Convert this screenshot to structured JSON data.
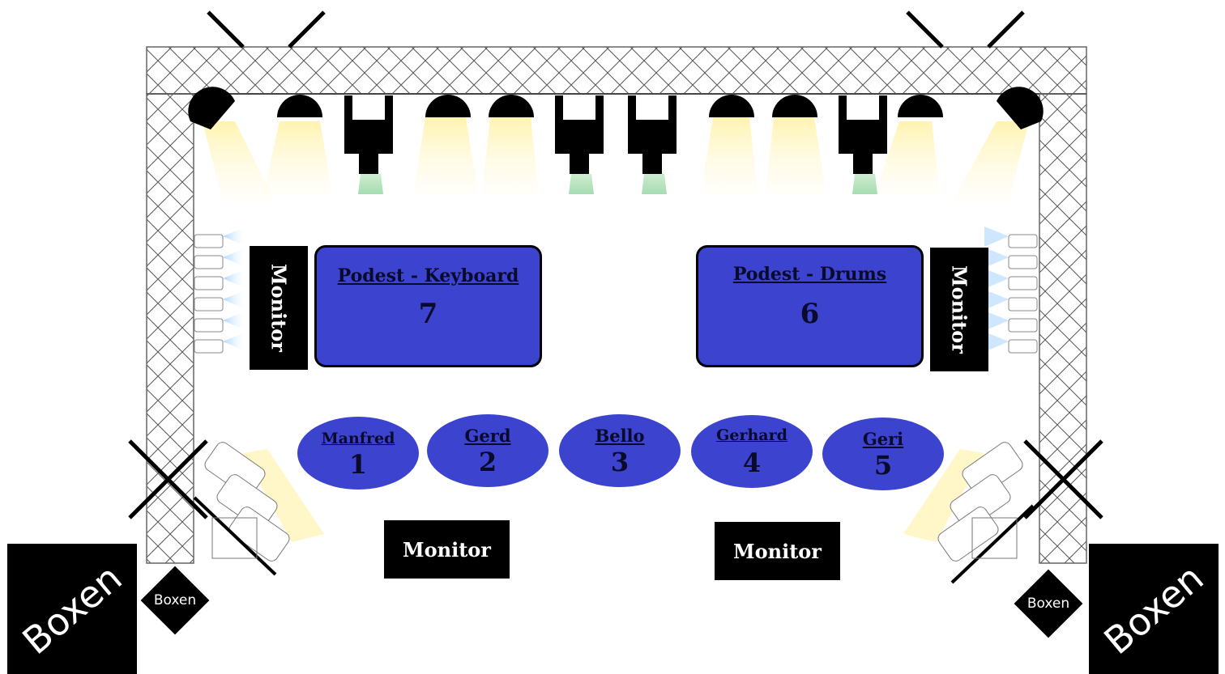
{
  "podests": [
    {
      "title": "Podest - Keyboard",
      "number": "7"
    },
    {
      "title": "Podest - Drums",
      "number": "6"
    }
  ],
  "musicians": [
    {
      "name": "Manfred",
      "position": "1"
    },
    {
      "name": "Gerd",
      "position": "2"
    },
    {
      "name": "Bello",
      "position": "3"
    },
    {
      "name": "Gerhard",
      "position": "4"
    },
    {
      "name": "Geri",
      "position": "5"
    }
  ],
  "monitors": {
    "left_side": "Monitor",
    "right_side": "Monitor",
    "front_left": "Monitor",
    "front_right": "Monitor"
  },
  "boxen": {
    "big_left": "Boxen",
    "big_right": "Boxen",
    "small_left": "Boxen",
    "small_right": "Boxen"
  },
  "colors": {
    "podest_fill": "#3b43cf",
    "light_beam": "#fff6c8",
    "led_beam": "#b9e6c2",
    "side_light": "#cfe6ff"
  },
  "icons": [
    "truss",
    "spotlight-icon",
    "led-bar-icon",
    "side-light-icon",
    "speaker-box-icon"
  ]
}
